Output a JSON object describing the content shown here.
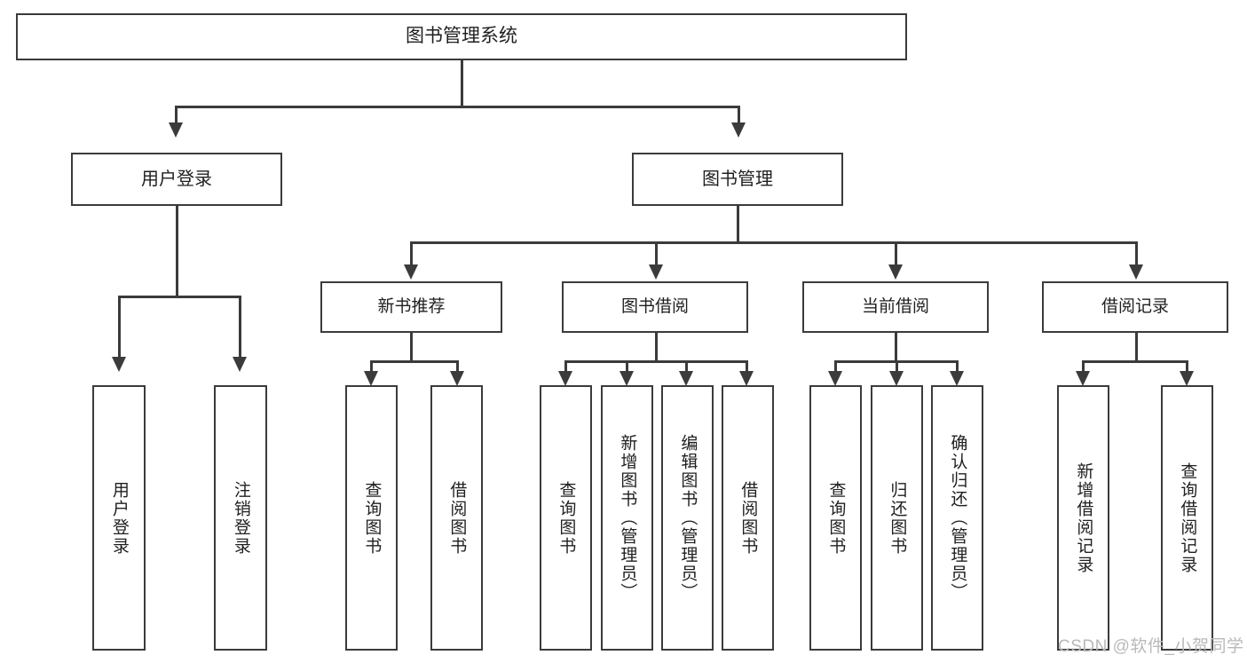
{
  "diagram": {
    "title": "图书管理系统",
    "type": "tree-hierarchy-diagram",
    "root": {
      "label": "图书管理系统"
    },
    "level1": [
      {
        "label": "用户登录"
      },
      {
        "label": "图书管理"
      }
    ],
    "level2": [
      {
        "label": "新书推荐"
      },
      {
        "label": "图书借阅"
      },
      {
        "label": "当前借阅"
      },
      {
        "label": "借阅记录"
      }
    ],
    "leaves": {
      "user_login": [
        {
          "label": "用户登录"
        },
        {
          "label": "注销登录"
        }
      ],
      "new_book_recommend": [
        {
          "label": "查询图书"
        },
        {
          "label": "借阅图书"
        }
      ],
      "book_borrow": [
        {
          "label": "查询图书"
        },
        {
          "label": "新增图书（管理员）"
        },
        {
          "label": "编辑图书（管理员）"
        },
        {
          "label": "借阅图书"
        }
      ],
      "current_borrow": [
        {
          "label": "查询图书"
        },
        {
          "label": "归还图书"
        },
        {
          "label": "确认归还（管理员）"
        }
      ],
      "borrow_record": [
        {
          "label": "新增借阅记录"
        },
        {
          "label": "查询借阅记录"
        }
      ]
    }
  },
  "watermark": {
    "text": "CSDN @软件_小贺同学"
  },
  "colors": {
    "stroke": "#3b3b3b",
    "fill": "#ffffff",
    "text": "#1f1f1f",
    "watermark": "#b9b9b9"
  }
}
